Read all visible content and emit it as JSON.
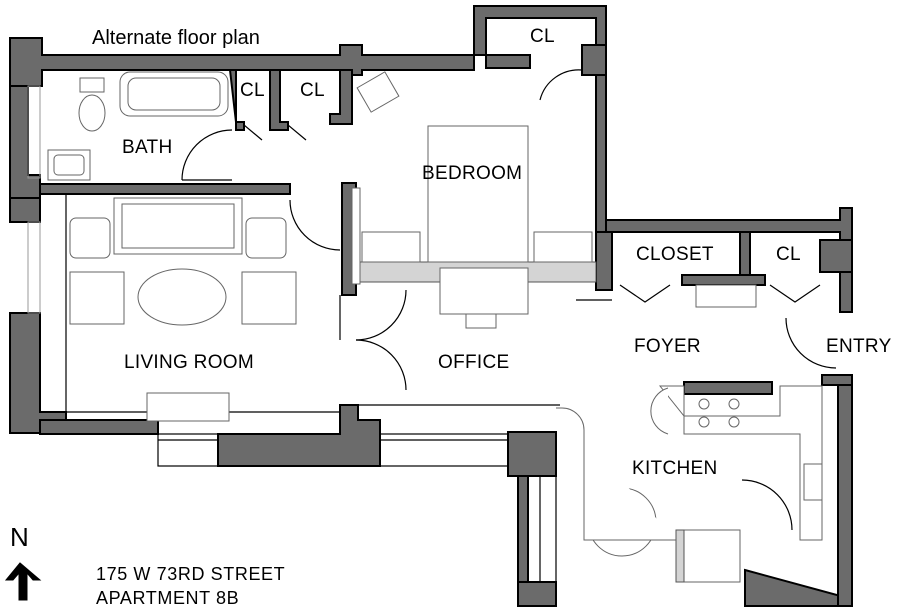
{
  "title": "Alternate floor plan",
  "rooms": {
    "bath": "BATH",
    "cl1": "CL",
    "cl2": "CL",
    "cl3": "CL",
    "bedroom": "BEDROOM",
    "closet": "CLOSET",
    "cl4": "CL",
    "living_room": "LIVING ROOM",
    "office": "OFFICE",
    "foyer": "FOYER",
    "entry": "ENTRY",
    "kitchen": "KITCHEN"
  },
  "north": {
    "letter": "N",
    "icon": "north-arrow-icon"
  },
  "address": {
    "line1": "175 W 73RD STREET",
    "line2": "APARTMENT  8B"
  },
  "colors": {
    "wall": "#6b6b6b",
    "shelf": "#d4d4d4",
    "line": "#000000"
  }
}
